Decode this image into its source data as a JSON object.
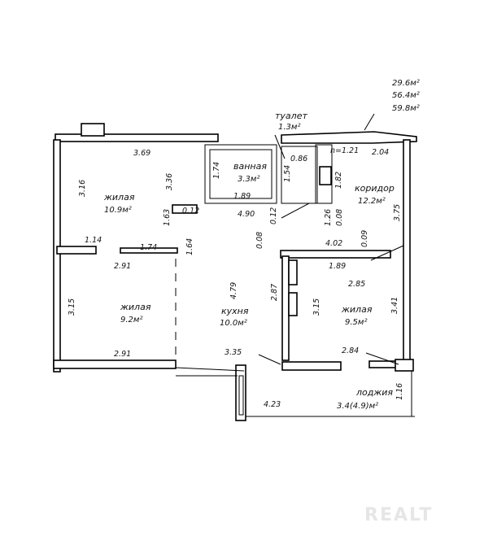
{
  "totals": {
    "living": "29.6м²",
    "total": "56.4м²",
    "with_loggia": "59.8м²"
  },
  "rooms": {
    "toilet": {
      "name": "туалет",
      "area": "1.3м²"
    },
    "bath": {
      "name": "ванная",
      "area": "3.3м²"
    },
    "corridor": {
      "name": "коридор",
      "area": "12.2м²"
    },
    "living1": {
      "name": "жилая",
      "area": "10.9м²"
    },
    "living2": {
      "name": "жилая",
      "area": "9.2м²"
    },
    "kitchen": {
      "name": "кухня",
      "area": "10.0м²"
    },
    "living3": {
      "name": "жилая",
      "area": "9.5м²"
    },
    "loggia": {
      "name": "лоджия",
      "area": "3.4(4.9)м²"
    }
  },
  "ceiling_height": "h=1.21",
  "dims": {
    "d369": "3.69",
    "d316": "3.16",
    "d336": "3.36",
    "d174v": "1.74",
    "d154": "1.54",
    "d086": "0.86",
    "d204": "2.04",
    "d189a": "1.89",
    "d182": "1.82",
    "d163": "1.63",
    "d012a": "0.12",
    "d490": "4.90",
    "d012b": "0.12",
    "d126": "1.26",
    "d008a": "0.08",
    "d375": "3.75",
    "d114": "1.14",
    "d174h": "1.74",
    "d164": "1.64",
    "d008b": "0.08",
    "d402": "4.02",
    "d009": "0.09",
    "d291a": "2.91",
    "d189b": "1.89",
    "d479": "4.79",
    "d287": "2.87",
    "d285": "2.85",
    "d315a": "3.15",
    "d315b": "3.15",
    "d341": "3.41",
    "d291b": "2.91",
    "d335": "3.35",
    "d284": "2.84",
    "d116": "1.16",
    "d423": "4.23"
  },
  "watermark": "REALT"
}
